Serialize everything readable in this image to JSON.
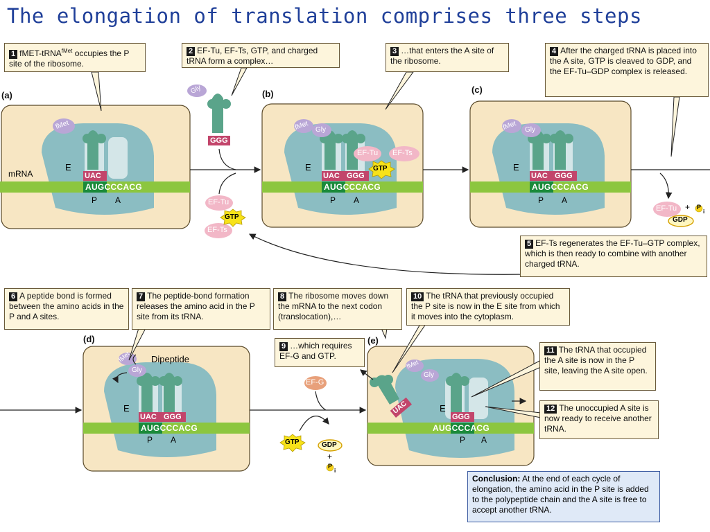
{
  "title": "The elongation of  translation comprises three steps",
  "panels": {
    "a": "(a)",
    "b": "(b)",
    "c": "(c)",
    "d": "(d)",
    "e": "(e)"
  },
  "labels": {
    "mrna": "mRNA",
    "site_e": "E",
    "site_p": "P",
    "site_a": "A",
    "fmet": "fMet",
    "gly": "Gly",
    "codon_seq_a": "AUGCCCACG",
    "anticodon_uac": "UAC",
    "anticodon_ggg": "GGG",
    "ef_tu": "EF-Tu",
    "ef_ts": "EF-Ts",
    "ef_g": "EF-G",
    "gtp": "GTP",
    "gdp": "GDP",
    "pi": "P",
    "pi_sub": "i",
    "plus": "+",
    "dipeptide": "Dipeptide"
  },
  "steps": [
    {
      "num": "1",
      "text_a": "fMET-tRNA",
      "sup": "fMet",
      "text_b": " occupies the P site of the ribosome."
    },
    {
      "num": "2",
      "text": "EF-Tu, EF-Ts, GTP, and charged tRNA form a complex…"
    },
    {
      "num": "3",
      "text": "…that enters the A site of the ribosome."
    },
    {
      "num": "4",
      "text": "After the charged tRNA is placed into the A site, GTP is cleaved to GDP, and the EF-Tu–GDP complex is released."
    },
    {
      "num": "5",
      "text": "EF-Ts regenerates the EF-Tu–GTP complex, which is then ready to combine with another charged tRNA."
    },
    {
      "num": "6",
      "text": "A peptide bond is formed between the amino acids in the P and A sites."
    },
    {
      "num": "7",
      "text": "The peptide-bond formation releases the amino acid in the P site from its tRNA."
    },
    {
      "num": "8",
      "text": "The ribosome moves down the mRNA to the next codon (translocation),…"
    },
    {
      "num": "9",
      "text": "…which requires EF-G and GTP."
    },
    {
      "num": "10",
      "text": "The tRNA that previously occupied the P site is now in the E site from which it moves into the cytoplasm."
    },
    {
      "num": "11",
      "text": "The tRNA that occupied the A site is now in the P site, leaving the A site open."
    },
    {
      "num": "12",
      "text": "The unoccupied A site is now ready to receive another tRNA."
    }
  ],
  "conclusion": {
    "label": "Conclusion:",
    "text": " At the end of each cycle of elongation, the amino acid in the P site is added to the polypeptide chain and the A site is free to accept another tRNA."
  },
  "colors": {
    "panel_bg": "#f7e6c3",
    "ribosome": "#8bbdc2",
    "ribosome_light": "#d4e6e8",
    "mrna": "#8cc63f",
    "codon_box": "#1a8a3a",
    "anticodon": "#c2456b",
    "trna": "#5aa48a",
    "fmet": "#b9a6d6",
    "ef": "#f2b7c7",
    "gtp": "#f7e21a",
    "efg": "#e8a07a",
    "title": "#1f3f99"
  }
}
